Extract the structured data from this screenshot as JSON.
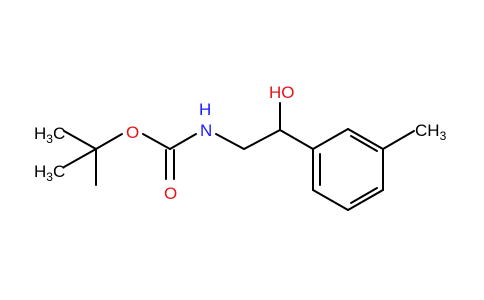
{
  "molecule": {
    "atoms": {
      "oxygen_ester": "O",
      "oxygen_carbonyl": "O",
      "nitrogen": "N",
      "nitrogen_h": "H",
      "hydroxyl": "HO",
      "methyl_top": {
        "main": "H",
        "sub": "3",
        "tail": "C"
      },
      "methyl_bottom": {
        "main": "H",
        "sub": "3",
        "tail": "C"
      },
      "methyl_aryl": "CH",
      "methyl_aryl_sub": "3"
    },
    "colors": {
      "bond": "#000000",
      "oxygen": "#e8141c",
      "nitrogen": "#1a1aff"
    }
  }
}
